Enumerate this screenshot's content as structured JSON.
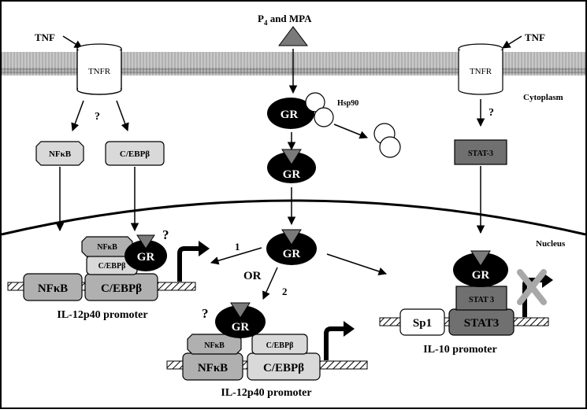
{
  "signals": {
    "tnf_left": "TNF",
    "tnf_right": "TNF",
    "hormone": "P",
    "hormone_sub": "4",
    "hormone_rest": " and MPA"
  },
  "receptors": {
    "tnfr_left": "TNFR",
    "tnfr_right": "TNFR"
  },
  "compartments": {
    "cytoplasm": "Cytoplasm",
    "nucleus": "Nucleus"
  },
  "factors": {
    "nfkb": "NFκB",
    "cebpb": "C/EBPβ",
    "stat3_cyto": "STAT-3",
    "hsp90": "Hsp90",
    "gr": "GR",
    "stat3_bound": "STAT 3",
    "stat3_site": "STAT3",
    "sp1": "Sp1"
  },
  "uncertainty_mark": "?",
  "pathway": {
    "route1": "1",
    "route2": "2",
    "or": "OR"
  },
  "promoters": {
    "il12_left": "IL-12p40 promoter",
    "il12_bottom": "IL-12p40 promoter",
    "il10": "IL-10 promoter"
  },
  "colors": {
    "membrane": "#b8b8b8",
    "gr": "#000000",
    "hormone": "#7a7a7a",
    "light_box": "#d9d9d9",
    "mid_box": "#b0b0b0",
    "dark_box": "#707070",
    "cross": "#a8a8a8"
  }
}
